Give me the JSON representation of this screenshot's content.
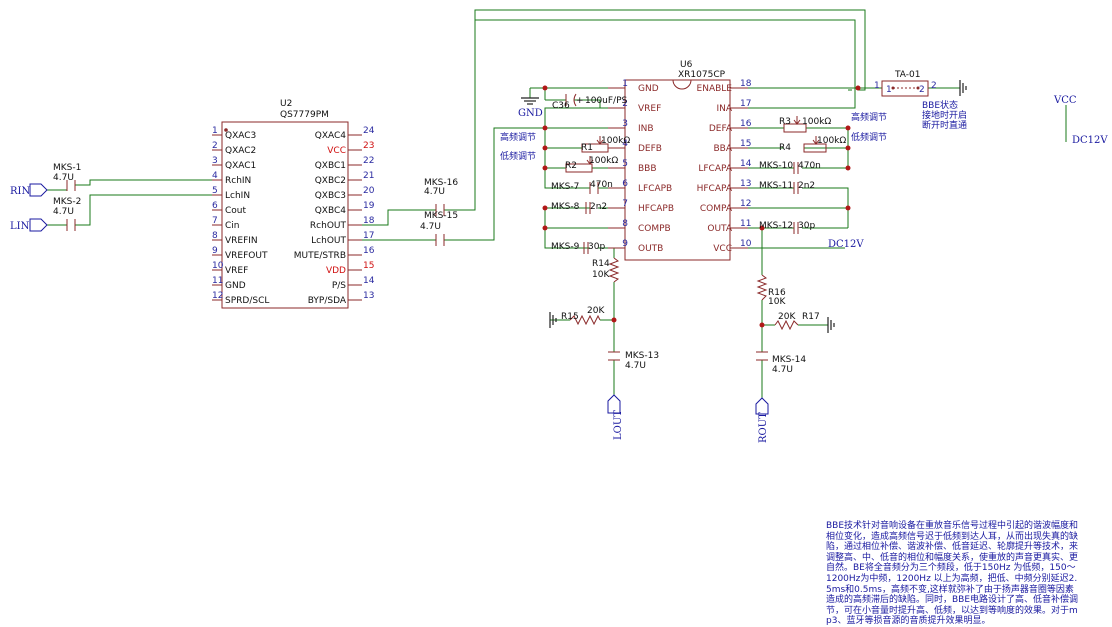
{
  "u2": {
    "ref": "U2",
    "part": "QS7779PM",
    "left_pins": [
      {
        "num": "1",
        "name": "QXAC3"
      },
      {
        "num": "2",
        "name": "QXAC2"
      },
      {
        "num": "3",
        "name": "QXAC1"
      },
      {
        "num": "4",
        "name": "RchIN"
      },
      {
        "num": "5",
        "name": "LchIN"
      },
      {
        "num": "6",
        "name": "Cout"
      },
      {
        "num": "7",
        "name": "Cin"
      },
      {
        "num": "8",
        "name": "VREFIN"
      },
      {
        "num": "9",
        "name": "VREFOUT"
      },
      {
        "num": "10",
        "name": "VREF"
      },
      {
        "num": "11",
        "name": "GND"
      },
      {
        "num": "12",
        "name": "SPRD/SCL"
      }
    ],
    "right_pins": [
      {
        "num": "24",
        "name": "QXAC4"
      },
      {
        "num": "23",
        "name": "VCC"
      },
      {
        "num": "22",
        "name": "QXBC1"
      },
      {
        "num": "21",
        "name": "QXBC2"
      },
      {
        "num": "20",
        "name": "QXBC3"
      },
      {
        "num": "19",
        "name": "QXBC4"
      },
      {
        "num": "18",
        "name": "RchOUT"
      },
      {
        "num": "17",
        "name": "LchOUT"
      },
      {
        "num": "16",
        "name": "MUTE/STRB"
      },
      {
        "num": "15",
        "name": "VDD"
      },
      {
        "num": "14",
        "name": "P/S"
      },
      {
        "num": "13",
        "name": "BYP/SDA"
      }
    ]
  },
  "u6": {
    "ref": "U6",
    "part": "XR1075CP",
    "left_pins": [
      {
        "num": "1",
        "name": "GND"
      },
      {
        "num": "2",
        "name": "VREF"
      },
      {
        "num": "3",
        "name": "INB"
      },
      {
        "num": "4",
        "name": "DEFB"
      },
      {
        "num": "5",
        "name": "BBB"
      },
      {
        "num": "6",
        "name": "LFCAPB"
      },
      {
        "num": "7",
        "name": "HFCAPB"
      },
      {
        "num": "8",
        "name": "COMPB"
      },
      {
        "num": "9",
        "name": "OUTB"
      }
    ],
    "right_pins": [
      {
        "num": "18",
        "name": "ENABLE"
      },
      {
        "num": "17",
        "name": "INA"
      },
      {
        "num": "16",
        "name": "DEFA"
      },
      {
        "num": "15",
        "name": "BBA"
      },
      {
        "num": "14",
        "name": "LFCAPA"
      },
      {
        "num": "13",
        "name": "HFCAPA"
      },
      {
        "num": "12",
        "name": "COMPA"
      },
      {
        "num": "11",
        "name": "OUTA"
      },
      {
        "num": "10",
        "name": "VCC"
      }
    ]
  },
  "caps": {
    "mks1": {
      "ref": "MKS-1",
      "val": "4.7U"
    },
    "mks2": {
      "ref": "MKS-2",
      "val": "4.7U"
    },
    "mks16": {
      "ref": "MKS-16",
      "val": "4.7U"
    },
    "mks15": {
      "ref": "MKS-15",
      "val": "4.7U"
    },
    "c36": {
      "ref": "C36",
      "val": "100uF/PS"
    },
    "mks7": {
      "ref": "MKS-7",
      "val": "470n"
    },
    "mks8": {
      "ref": "MKS-8",
      "val": "2n2"
    },
    "mks9": {
      "ref": "MKS-9",
      "val": "30p"
    },
    "mks10": {
      "ref": "MKS-10",
      "val": "470n"
    },
    "mks11": {
      "ref": "MKS-11",
      "val": "2n2"
    },
    "mks12": {
      "ref": "MKS-12",
      "val": "30p"
    },
    "mks13": {
      "ref": "MKS-13",
      "val": "4.7U"
    },
    "mks14": {
      "ref": "MKS-14",
      "val": "4.7U"
    }
  },
  "resistors": {
    "r1": {
      "ref": "R1",
      "val": "100kΩ"
    },
    "r2": {
      "ref": "R2",
      "val": "100kΩ"
    },
    "r3": {
      "ref": "R3",
      "val": "100kΩ"
    },
    "r4": {
      "ref": "R4",
      "val": "100kΩ"
    },
    "r14": {
      "ref": "R14",
      "val": "10K"
    },
    "r15": {
      "ref": "R15",
      "val": "20K"
    },
    "r16": {
      "ref": "R16",
      "val": "10K"
    },
    "r17": {
      "ref": "R17",
      "val": "20K"
    }
  },
  "nets": {
    "rin": "RIN",
    "lin": "LIN",
    "lout": "LOUT",
    "rout": "ROUT",
    "gnd": "GND",
    "vcc": "VCC",
    "dc12v": "DC12V"
  },
  "jumper": {
    "ref": "TA-01",
    "pin1": "1",
    "pin2": "2",
    "pin1b": "1",
    "pin2b": "2",
    "note_l1": "BBE状态",
    "note_l2": "接地时开启",
    "note_l3": "断开时直通"
  },
  "labels": {
    "hf_b": "高频调节",
    "lf_b": "低频调节",
    "hf_a": "高频调节",
    "lf_a": "低频调节"
  },
  "note": "BBE技术针对音响设备在重放音乐信号过程中引起的谐波幅度和相位变化，造成高频信号迟于低频到达人耳，从而出现失真的缺陷，通过相位补偿、谐波补偿、低音延迟、轮廓提升等技术，来调整高、中、低音的相位和幅度关系，使重放的声音更真实、更自然。BE将全音频分为三个频段，低于150Hz 为低频，150～1200Hz为中频，1200Hz 以上为高频，把低、中频分别延迟2.5ms和0.5ms，高频不变,这样就弥补了由于扬声器音圈等因素造成的高频滞后的缺陷。同时，BBE电路设计了高、低音补偿调节，可在小音量时提升高、低频，以达到等响度的效果。对于mp3、蓝牙等损音源的音质提升效果明显。",
  "colors": {
    "wire": "#1a7a1a",
    "body": "#8b2a2a",
    "pin_text": "#2a2aa0",
    "net_text": "#1a1aa0",
    "junction": "#b01818"
  }
}
